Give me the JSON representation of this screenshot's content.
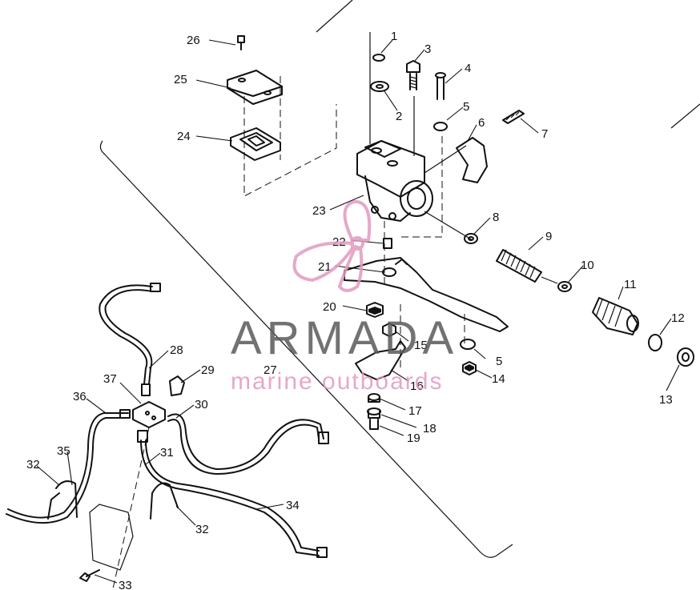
{
  "watermark": {
    "brand": "ARMADA",
    "tagline": "marine outboards",
    "brand_color": "#5a5a5a",
    "logo_color": "#e29ac0"
  },
  "callouts": [
    "1",
    "2",
    "3",
    "4",
    "5",
    "6",
    "7",
    "8",
    "9",
    "10",
    "11",
    "12",
    "13",
    "14",
    "15",
    "16",
    "17",
    "18",
    "19",
    "20",
    "21",
    "22",
    "23",
    "24",
    "25",
    "26",
    "27",
    "28",
    "29",
    "30",
    "31",
    "32",
    "33",
    "34",
    "35",
    "36",
    "37"
  ],
  "extra_callouts": {
    "5b": "5",
    "32b": "32"
  }
}
